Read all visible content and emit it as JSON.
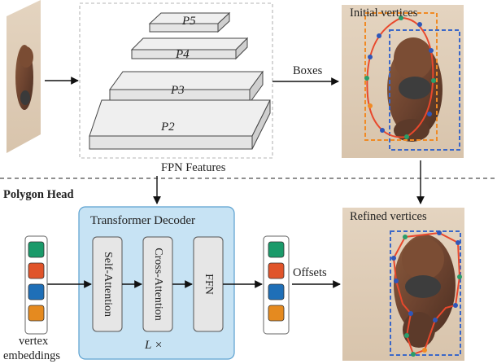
{
  "fpn": {
    "levels": [
      "P5",
      "P4",
      "P3",
      "P2"
    ],
    "features_label": "FPN Features"
  },
  "boxes_label": "Boxes",
  "initial_label": "Initial vertices",
  "refined_label": "Refined vertices",
  "polygon_head_label": "Polygon Head",
  "decoder": {
    "title": "Transformer Decoder",
    "blocks": [
      "Self-Attention",
      "Cross-Attention",
      "FFN"
    ],
    "repeat": "L ×"
  },
  "offsets_label": "Offsets",
  "vertex_label": [
    "vertex",
    "embeddings"
  ],
  "colors": {
    "embed": [
      "#1a9a6a",
      "#e0542a",
      "#1f6fb7",
      "#e58a1f"
    ],
    "orange_box": "#f08a24",
    "blue_box": "#3a67c8",
    "polygon": "#e8482c",
    "vertex_green": "#2a9d6a",
    "vertex_blue": "#2f56b8"
  }
}
